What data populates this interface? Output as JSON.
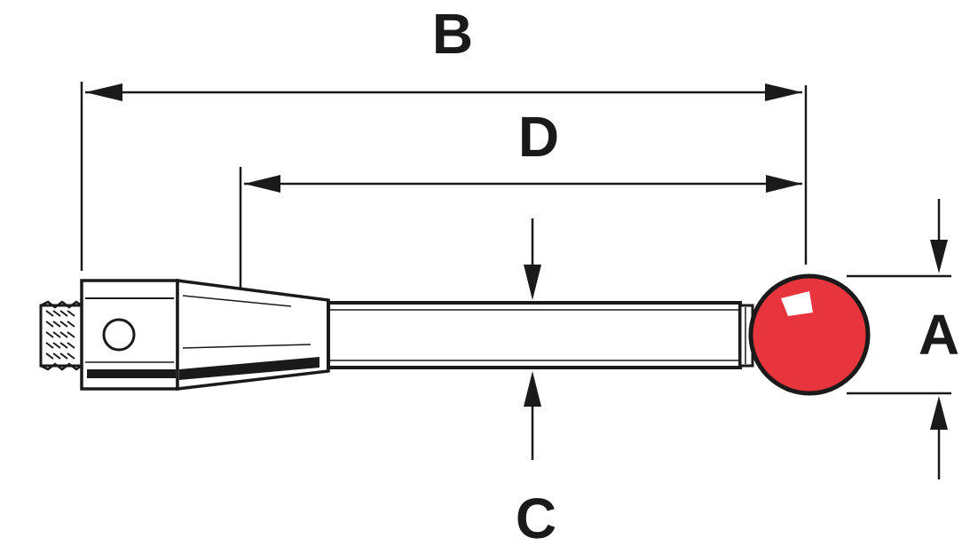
{
  "dimensions": {
    "a": "A",
    "b": "B",
    "c": "C",
    "d": "D"
  },
  "colors": {
    "ink": "#1a1a1a",
    "ruby": "#e8343c",
    "ruby_dark": "#b3161d",
    "highlight": "#ffffff"
  },
  "icons": {
    "ball": "ruby-ball-tip-icon",
    "thread": "thread-icon"
  }
}
